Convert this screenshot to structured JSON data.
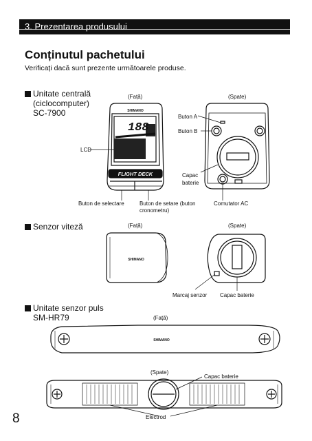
{
  "header": {
    "section_title": "3. Prezentarea produsului"
  },
  "title": "Conținutul pachetului",
  "subtitle": "Verificați dacă sunt prezente următoarele produse.",
  "computer": {
    "heading_1": "Unitate centrală",
    "heading_2": "(ciclocomputer)",
    "heading_3": "SC-7900",
    "front_label": "(Față)",
    "back_label": "(Spate)",
    "brand": "SHIMANO",
    "logo": "FLIGHT DECK",
    "lcd_label": "LCD",
    "button_a": "Buton A",
    "button_b": "Buton B",
    "battery_cap_1": "Capac",
    "battery_cap_2": "baterie",
    "select_button": "Buton de selectare",
    "set_button_1": "Buton de setare (buton",
    "set_button_2": "cronometru)",
    "ac_switch": "Comutator AC",
    "lcd_digits": "188"
  },
  "speed_sensor": {
    "heading": "Senzor viteză",
    "front_label": "(Față)",
    "back_label": "(Spate)",
    "brand": "SHIMANO",
    "marker_label": "Marcaj senzor",
    "battery_cap": "Capac baterie"
  },
  "hr_sensor": {
    "heading_1": "Unitate senzor puls",
    "heading_2": "SM-HR79",
    "front_label": "(Față)",
    "back_label": "(Spate)",
    "brand": "SHIMANO",
    "battery_cap": "Capac baterie",
    "electrode": "Electrod"
  },
  "page_number": "8"
}
